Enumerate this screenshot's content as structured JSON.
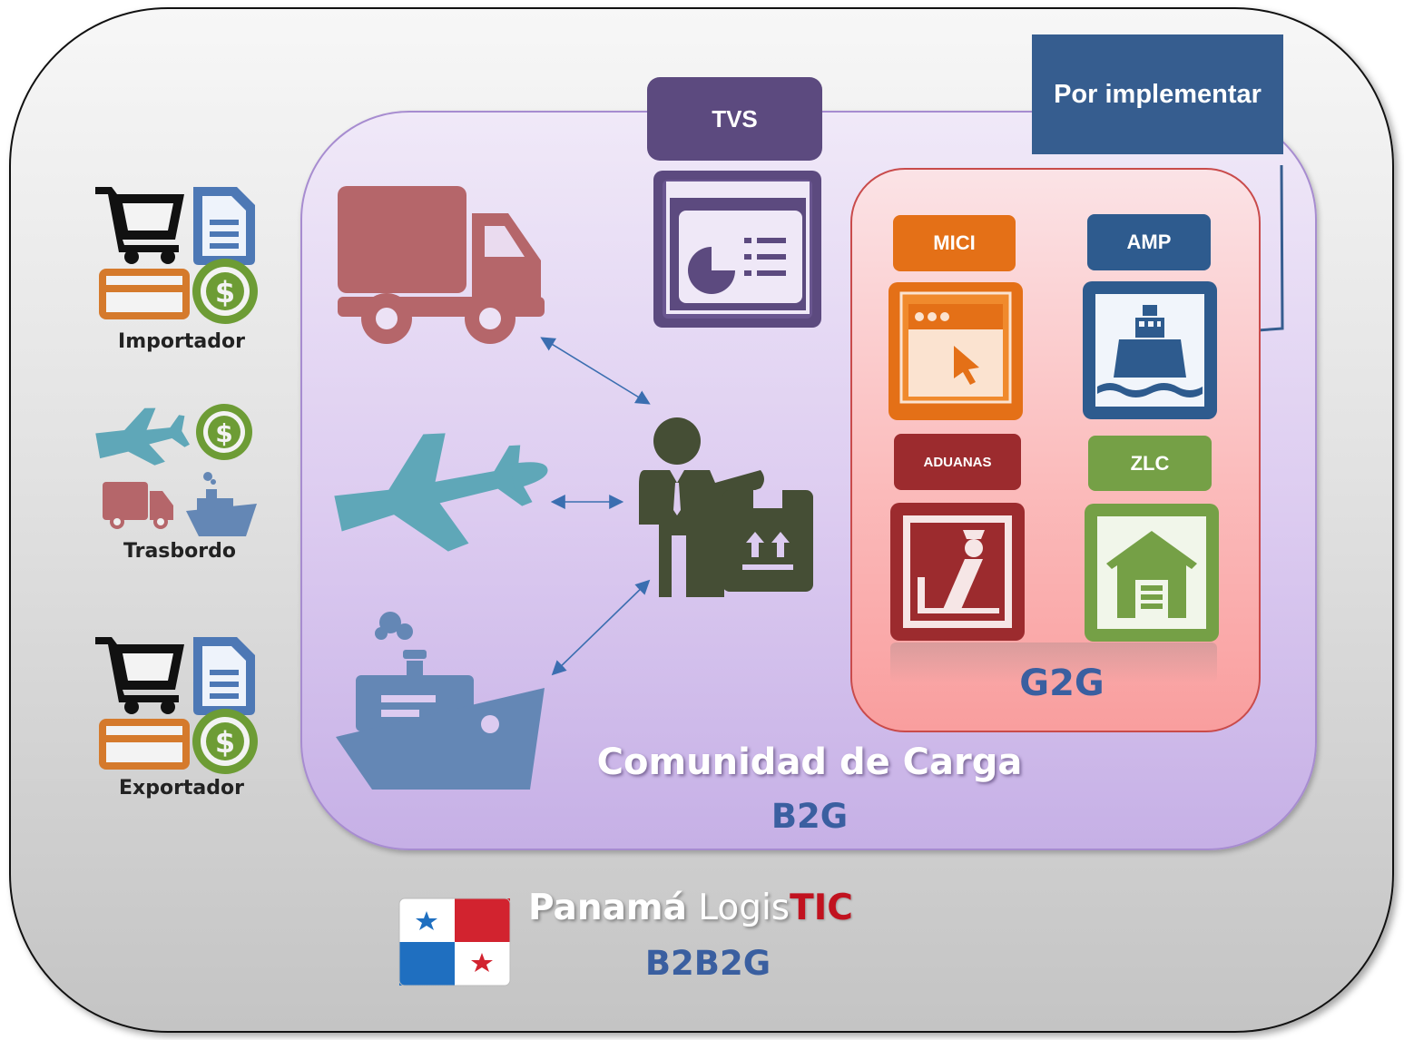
{
  "roles": {
    "importador": "Importador",
    "trasbordo": "Trasbordo",
    "exportador": "Exportador"
  },
  "tags": {
    "tvs": "TVS",
    "por_implementar": "Por implementar",
    "mici": "MICI",
    "amp": "AMP",
    "aduanas": "ADUANAS",
    "zlc": "ZLC"
  },
  "community": {
    "title": "Comunidad de Carga",
    "level": "B2G"
  },
  "government": {
    "level": "G2G"
  },
  "footer": {
    "name_part1": "Panamá",
    "name_part2": "Logis",
    "name_part3": "TIC",
    "level": "B2B2G"
  },
  "colors": {
    "truck": "#b5666a",
    "plane": "#5fa7b8",
    "ship": "#6487b5",
    "agent": "#454e35",
    "tvs": "#5c4a7f",
    "por_implementar": "#365d8f",
    "mici": "#e47017",
    "amp": "#2e5b8e",
    "aduanas": "#9c2b2e",
    "zlc": "#75a046",
    "cart": "#111111",
    "doc": "#4d78b5",
    "card": "#d57a2c",
    "money": "#6d9c35",
    "text_blue": "#3a5fa0",
    "text_red": "#c1121f"
  }
}
